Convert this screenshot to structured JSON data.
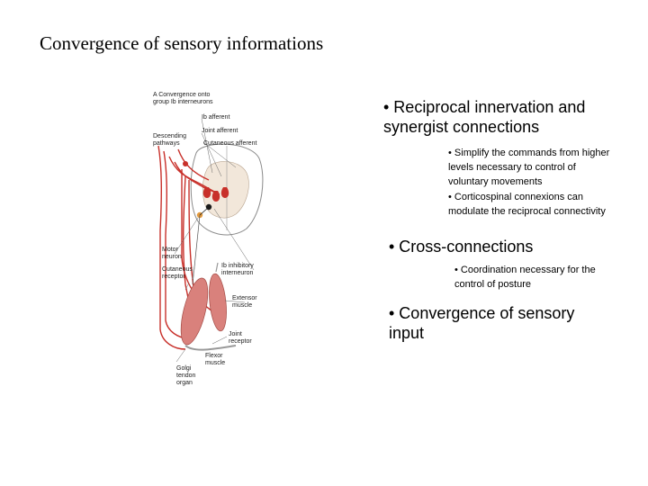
{
  "slide": {
    "title": "Convergence of sensory informations"
  },
  "figure": {
    "labels": {
      "panel": "A  Convergence onto\n    group Ib interneurons",
      "ib_afferent": "Ib afferent",
      "joint_afferent": "Joint afferent",
      "descending": "Descending\npathways",
      "cutaneous_afferent": "Cutaneous afferent",
      "motor_neuron": "Motor\nneuron",
      "ib_interneuron": "Ib inhibitory\ninterneuron",
      "cutaneous_receptor": "Cutaneous\nreceptor",
      "extensor": "Extensor\nmuscle",
      "joint_receptor": "Joint\nreceptor",
      "flexor": "Flexor\nmuscle",
      "golgi": "Golgi\ntendon\norgan"
    },
    "colors": {
      "pathway": "#c8302a",
      "muscle": "#d9817c",
      "cord_outline": "#8a8a8a",
      "gray_matter": "#f2e7da"
    }
  },
  "bullets": {
    "b1": "• Reciprocal innervation and synergist connections",
    "b1_sub1": "• Simplify the commands from higher levels necessary to control of voluntary movements",
    "b1_sub2": "• Corticospinal connexions can modulate the reciprocal connectivity",
    "b2": "• Cross-connections",
    "b2_sub1": "• Coordination necessary for the control of posture",
    "b3": "• Convergence of sensory input"
  }
}
